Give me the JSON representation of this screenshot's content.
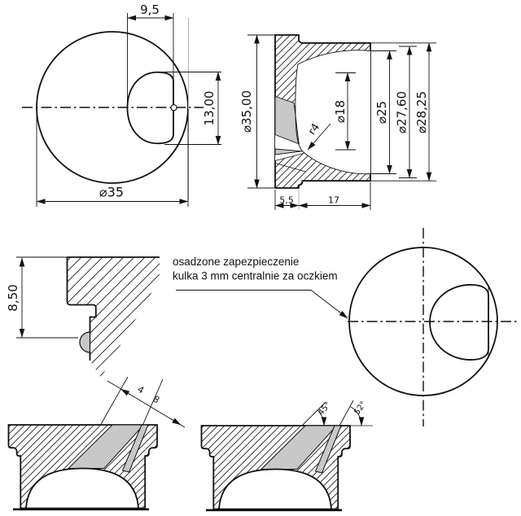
{
  "drawing": {
    "kind": "technical-drawing",
    "colors": {
      "line": "#111111",
      "slot_fill": "#c8c8c8",
      "background": "#ffffff"
    },
    "note": {
      "line1": "osadzone zapezpieczenie",
      "line2": "kulka  3 mm centralnie za oczkiem"
    },
    "front_view": {
      "eyelet_width": "9,5",
      "eyelet_height": "13,00",
      "outer_diameter": "⌀35"
    },
    "section_view": {
      "outer_diameter": "⌀35,00",
      "opening_diameter": "⌀18",
      "fillet_radius": "r4",
      "bore_diameter": "⌀25",
      "sphere_diameter": "⌀27,60",
      "body_diameter": "⌀28,25",
      "flange_thickness": "5,5",
      "body_length": "17"
    },
    "detail_view": {
      "step_height": "8,50"
    },
    "slot_views": {
      "narrow_slot_width": "4",
      "wide_slot_width": "8",
      "wide_slot_angle": "45°",
      "narrow_slot_angle": "52°"
    }
  }
}
